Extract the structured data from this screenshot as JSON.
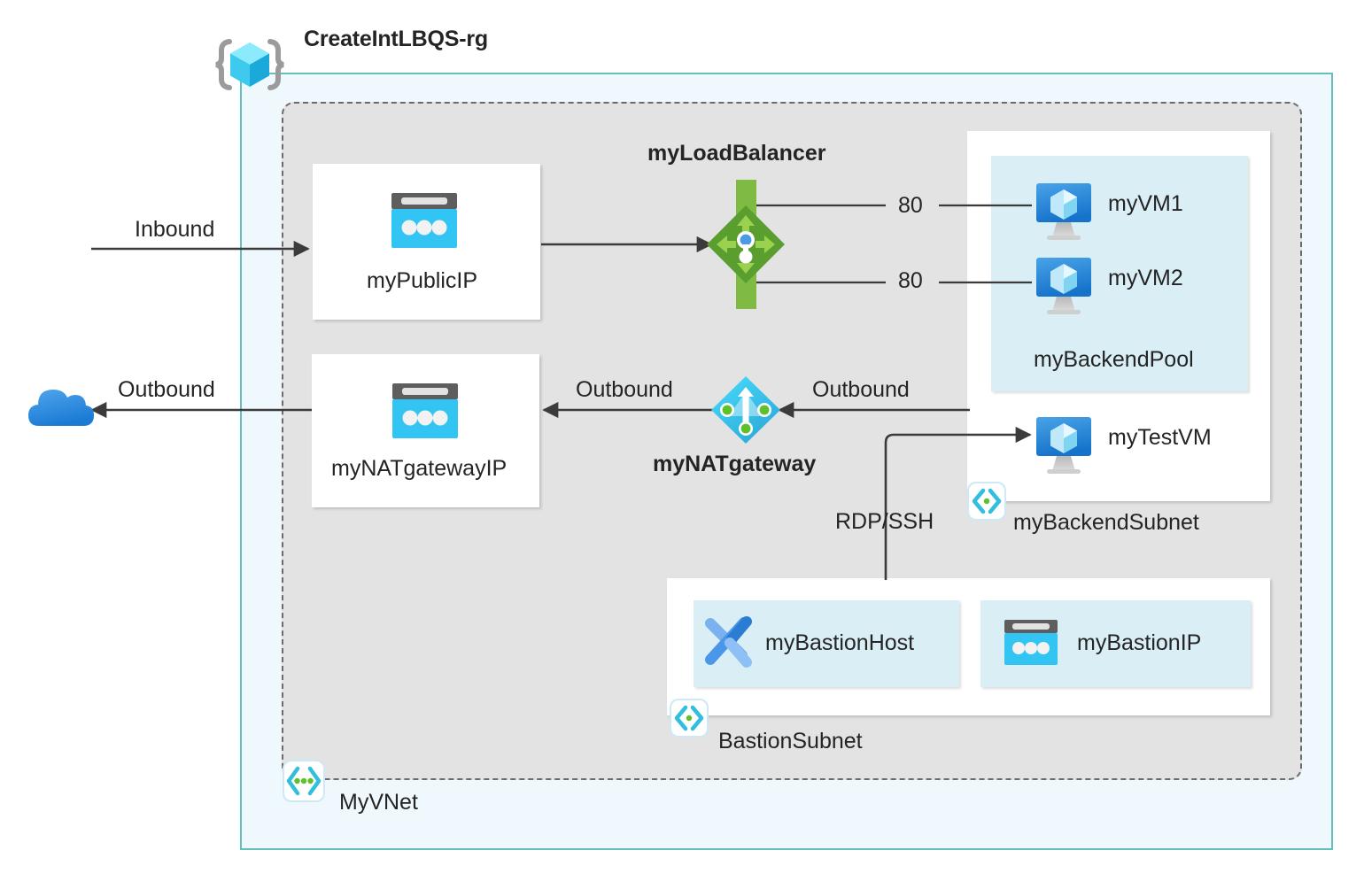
{
  "diagram": {
    "title": "CreateIntLBQS-rg",
    "resource_group_icon": "azure-resource-group-icon",
    "colors": {
      "resource_group_border": "#63c0bd",
      "resource_group_fill": "#eff9fd",
      "vnet_fill": "#e3e3e3",
      "vnet_border": "#6b6b6b",
      "card_fill": "#ffffff",
      "pool_fill": "#daeef6",
      "load_balancer_green": "#7fba42",
      "nat_gateway_cyan": "#32bedd",
      "public_ip_cyan": "#32c5f4",
      "vm_blue": "#1f8bdc",
      "line": "#3b3b3b",
      "cloud_blue": "#3d9ae3"
    }
  },
  "boundaries": {
    "resource_group_label": "CreateIntLBQS-rg",
    "vnet_label": "MyVNet",
    "vnet_icon": "vnet-icon",
    "backend_subnet_label": "myBackendSubnet",
    "backend_subnet_icon": "subnet-icon",
    "bastion_subnet_label": "BastionSubnet",
    "bastion_subnet_icon": "subnet-icon"
  },
  "resources": {
    "public_ip": {
      "label": "myPublicIP",
      "icon": "public-ip-icon"
    },
    "nat_gateway_ip": {
      "label": "myNATgatewayIP",
      "icon": "public-ip-icon"
    },
    "load_balancer": {
      "label": "myLoadBalancer",
      "icon": "load-balancer-icon"
    },
    "nat_gateway": {
      "label": "myNATgateway",
      "icon": "nat-gateway-icon"
    },
    "backend_pool": {
      "label": "myBackendPool"
    },
    "vm1": {
      "label": "myVM1",
      "icon": "virtual-machine-icon"
    },
    "vm2": {
      "label": "myVM2",
      "icon": "virtual-machine-icon"
    },
    "test_vm": {
      "label": "myTestVM",
      "icon": "virtual-machine-icon"
    },
    "bastion_host": {
      "label": "myBastionHost",
      "icon": "bastion-icon"
    },
    "bastion_ip": {
      "label": "myBastionIP",
      "icon": "public-ip-icon"
    },
    "internet_cloud": {
      "icon": "cloud-icon"
    }
  },
  "flows": {
    "inbound": "Inbound",
    "outbound_to_internet": "Outbound",
    "outbound_from_nat": "Outbound",
    "outbound_from_subnet": "Outbound",
    "rdp_ssh": "RDP/SSH",
    "port_vm1": "80",
    "port_vm2": "80"
  }
}
